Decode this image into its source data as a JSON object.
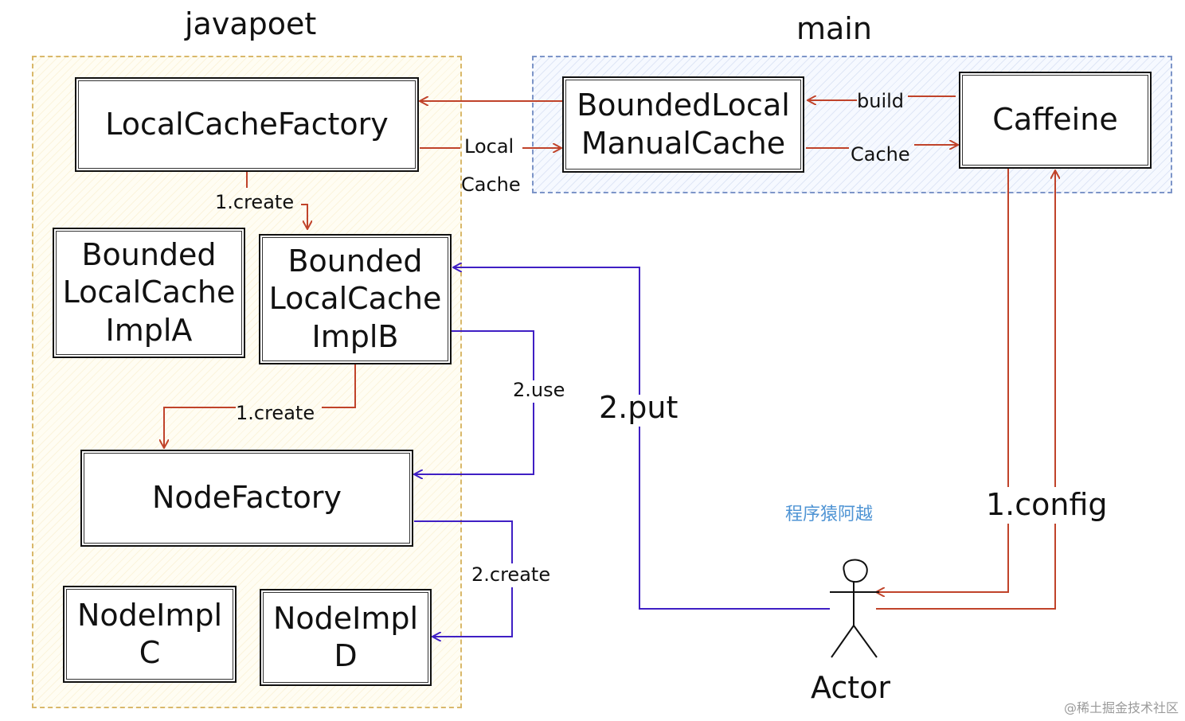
{
  "groups": {
    "javapoet": "javapoet",
    "main": "main"
  },
  "boxes": {
    "local_cache_factory": "LocalCacheFactory",
    "bounded_local_manual_cache": "BoundedLocal\nManualCache",
    "caffeine": "Caffeine",
    "bounded_local_cache_impl_a": "Bounded\nLocalCache\nImplA",
    "bounded_local_cache_impl_b": "Bounded\nLocalCache\nImplB",
    "node_factory": "NodeFactory",
    "node_impl_c": "NodeImpl\nC",
    "node_impl_d": "NodeImpl\nD"
  },
  "labels": {
    "local": "Local",
    "cache_left": "Cache",
    "build": "build",
    "cache_right": "Cache",
    "create_1_top": "1.create",
    "create_1_mid": "1.create",
    "use_2": "2.use",
    "put_2": "2.put",
    "create_2": "2.create",
    "config_1": "1.config",
    "actor": "Actor"
  },
  "watermarks": {
    "author": "程序猿阿越",
    "site": "@稀土掘金技术社区"
  },
  "colors": {
    "red_arrow": "#c0432a",
    "blue_arrow": "#3f1fc4",
    "javapoet_border": "#d9b86a",
    "main_border": "#7d95c8"
  }
}
